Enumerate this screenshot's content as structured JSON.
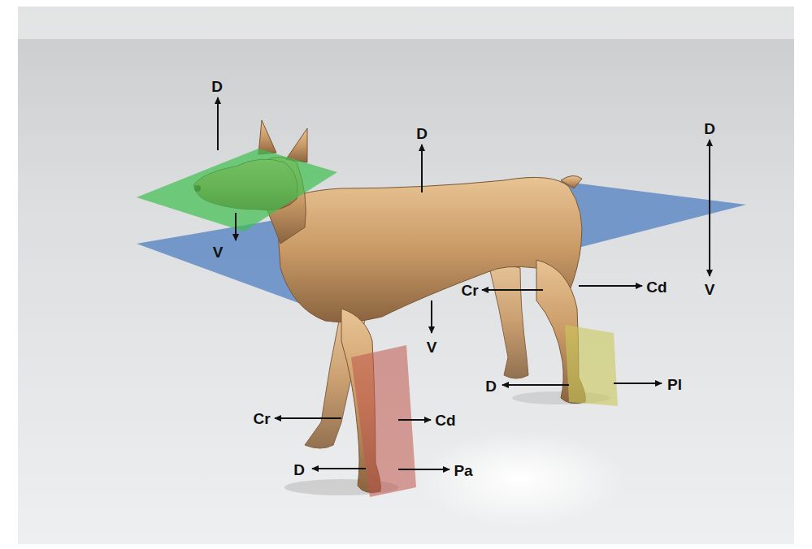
{
  "diagram": {
    "labels": [
      "D",
      "V",
      "D",
      "V",
      "D",
      "V",
      "Cr",
      "Cd",
      "D",
      "Pl",
      "Cr",
      "Cd",
      "D",
      "Pa"
    ]
  }
}
